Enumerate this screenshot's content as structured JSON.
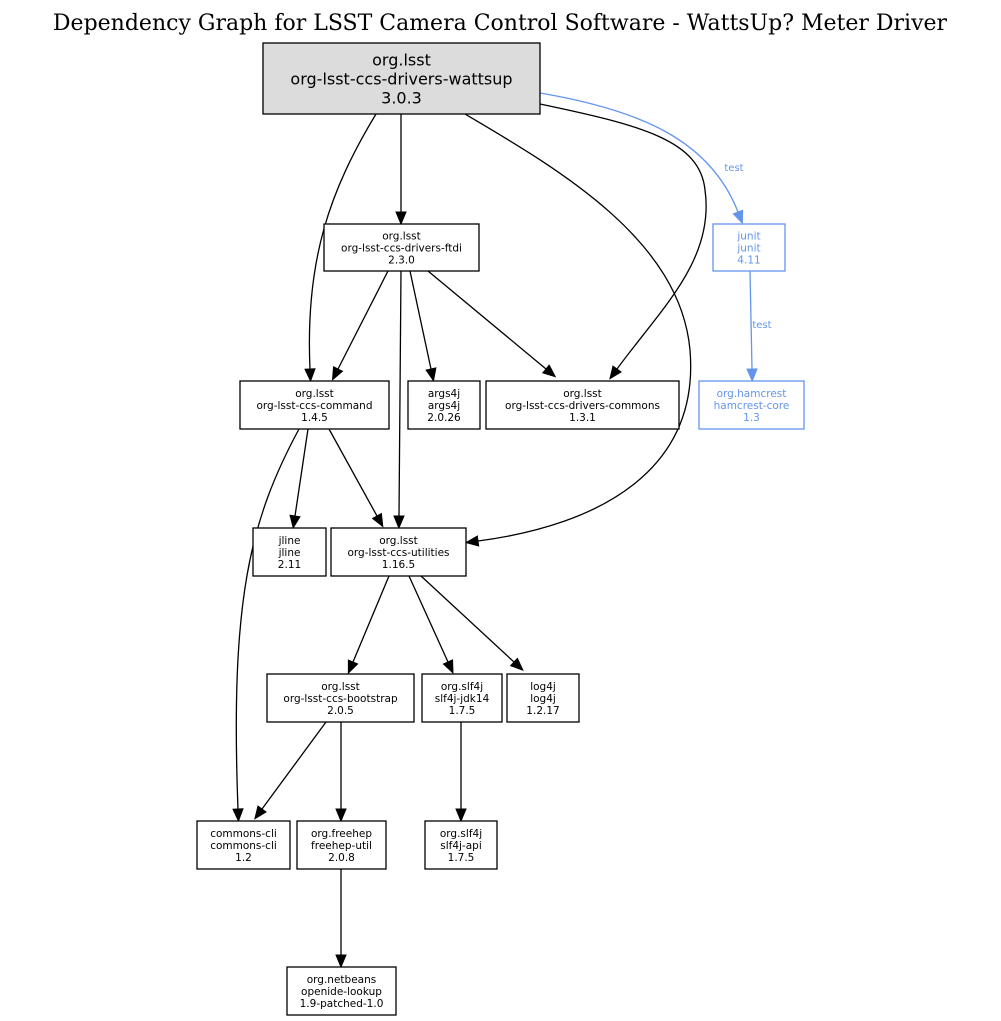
{
  "title": "Dependency Graph for LSST Camera Control Software - WattsUp? Meter Driver",
  "nodes": {
    "wattsup": {
      "group": "org.lsst",
      "artifact": "org-lsst-ccs-drivers-wattsup",
      "version": "3.0.3",
      "kind": "root"
    },
    "ftdi": {
      "group": "org.lsst",
      "artifact": "org-lsst-ccs-drivers-ftdi",
      "version": "2.3.0",
      "kind": "compile"
    },
    "junit": {
      "group": "junit",
      "artifact": "junit",
      "version": "4.11",
      "kind": "test"
    },
    "command": {
      "group": "org.lsst",
      "artifact": "org-lsst-ccs-command",
      "version": "1.4.5",
      "kind": "compile"
    },
    "args4j": {
      "group": "args4j",
      "artifact": "args4j",
      "version": "2.0.26",
      "kind": "compile"
    },
    "commons": {
      "group": "org.lsst",
      "artifact": "org-lsst-ccs-drivers-commons",
      "version": "1.3.1",
      "kind": "compile"
    },
    "hamcrest": {
      "group": "org.hamcrest",
      "artifact": "hamcrest-core",
      "version": "1.3",
      "kind": "test"
    },
    "jline": {
      "group": "jline",
      "artifact": "jline",
      "version": "2.11",
      "kind": "compile"
    },
    "utilities": {
      "group": "org.lsst",
      "artifact": "org-lsst-ccs-utilities",
      "version": "1.16.5",
      "kind": "compile"
    },
    "bootstrap": {
      "group": "org.lsst",
      "artifact": "org-lsst-ccs-bootstrap",
      "version": "2.0.5",
      "kind": "compile"
    },
    "slf4jjdk": {
      "group": "org.slf4j",
      "artifact": "slf4j-jdk14",
      "version": "1.7.5",
      "kind": "compile"
    },
    "log4j": {
      "group": "log4j",
      "artifact": "log4j",
      "version": "1.2.17",
      "kind": "compile"
    },
    "commonscli": {
      "group": "commons-cli",
      "artifact": "commons-cli",
      "version": "1.2",
      "kind": "compile"
    },
    "freehep": {
      "group": "org.freehep",
      "artifact": "freehep-util",
      "version": "2.0.8",
      "kind": "compile"
    },
    "slf4japi": {
      "group": "org.slf4j",
      "artifact": "slf4j-api",
      "version": "1.7.5",
      "kind": "compile"
    },
    "openide": {
      "group": "org.netbeans",
      "artifact": "openide-lookup",
      "version": "1.9-patched-1.0",
      "kind": "compile"
    }
  },
  "edges": [
    {
      "from": "wattsup",
      "to": "ftdi"
    },
    {
      "from": "wattsup",
      "to": "command"
    },
    {
      "from": "wattsup",
      "to": "utilities"
    },
    {
      "from": "wattsup",
      "to": "commons"
    },
    {
      "from": "wattsup",
      "to": "junit",
      "label": "test",
      "kind": "test"
    },
    {
      "from": "ftdi",
      "to": "command"
    },
    {
      "from": "ftdi",
      "to": "args4j"
    },
    {
      "from": "ftdi",
      "to": "commons"
    },
    {
      "from": "ftdi",
      "to": "utilities"
    },
    {
      "from": "junit",
      "to": "hamcrest",
      "label": "test",
      "kind": "test"
    },
    {
      "from": "command",
      "to": "jline"
    },
    {
      "from": "command",
      "to": "utilities"
    },
    {
      "from": "command",
      "to": "commonscli"
    },
    {
      "from": "utilities",
      "to": "bootstrap"
    },
    {
      "from": "utilities",
      "to": "slf4jjdk"
    },
    {
      "from": "utilities",
      "to": "log4j"
    },
    {
      "from": "bootstrap",
      "to": "commonscli"
    },
    {
      "from": "bootstrap",
      "to": "freehep"
    },
    {
      "from": "slf4jjdk",
      "to": "slf4japi"
    },
    {
      "from": "freehep",
      "to": "openide"
    }
  ]
}
